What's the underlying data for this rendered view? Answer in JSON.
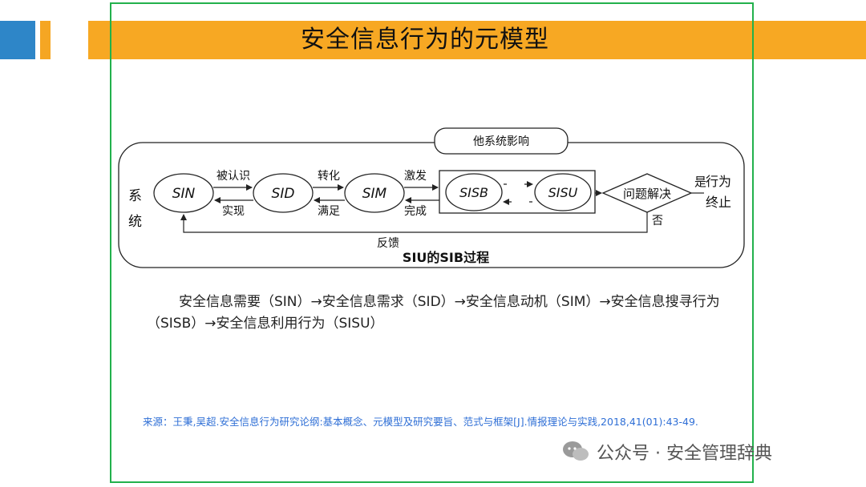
{
  "slide": {
    "title": "安全信息行为的元模型"
  },
  "diagram": {
    "top_box_label": "他系统影响",
    "left_label": "系\n统",
    "nodes": {
      "sin": "SIN",
      "sid": "SID",
      "sim": "SIM",
      "sisb": "SISB",
      "sisu": "SISU",
      "decision": "问题解决"
    },
    "edges": {
      "sin_sid_top": "被认识",
      "sid_sin_bottom": "实现",
      "sid_sim_top": "转化",
      "sim_sid_bottom": "满足",
      "sim_sisb_top": "激发",
      "sisb_sim_bottom": "完成",
      "yes": "是",
      "no": "否",
      "feedback": "反馈"
    },
    "end_label": "行为\n终止",
    "bottom_label": "SIU的SIB过程"
  },
  "description": "安全信息需要（SIN）→安全信息需求（SID）→安全信息动机（SIM）→安全信息搜寻行为（SISB）→安全信息利用行为（SISU）",
  "source": "来源：王秉,吴超.安全信息行为研究论纲:基本概念、元模型及研究要旨、范式与框架[J].情报理论与实践,2018,41(01):43-49.",
  "watermark": "公众号 · 安全管理辞典",
  "colors": {
    "title_bar": "#f7a823",
    "accent_blue": "#2e86c8",
    "frame_green": "#22b14c",
    "source_text": "#2f6fd6"
  }
}
